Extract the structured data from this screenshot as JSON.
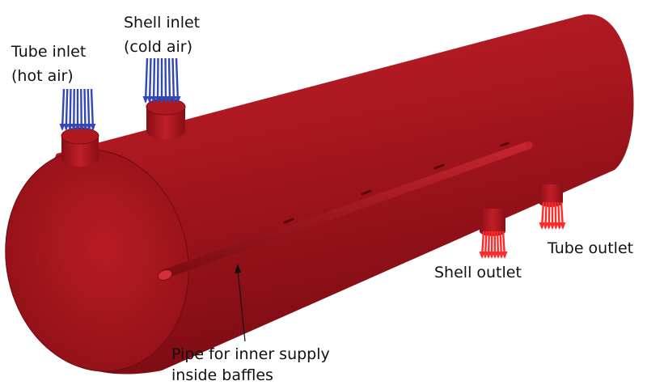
{
  "labels": {
    "tube_inlet": [
      "Tube inlet",
      "(hot air)"
    ],
    "shell_inlet": [
      "Shell inlet",
      "(cold air)"
    ],
    "shell_outlet": "Shell outlet",
    "tube_outlet": "Tube outlet",
    "pipe": [
      "Pipe for inner supply",
      "inside baffles"
    ]
  },
  "colors": {
    "shell": "#a0141c",
    "shell_light": "#c9242c",
    "shell_dark": "#6e0a10",
    "inlet_arrows": "#3347b8",
    "outlet_arrows": "#ff2a2a"
  }
}
